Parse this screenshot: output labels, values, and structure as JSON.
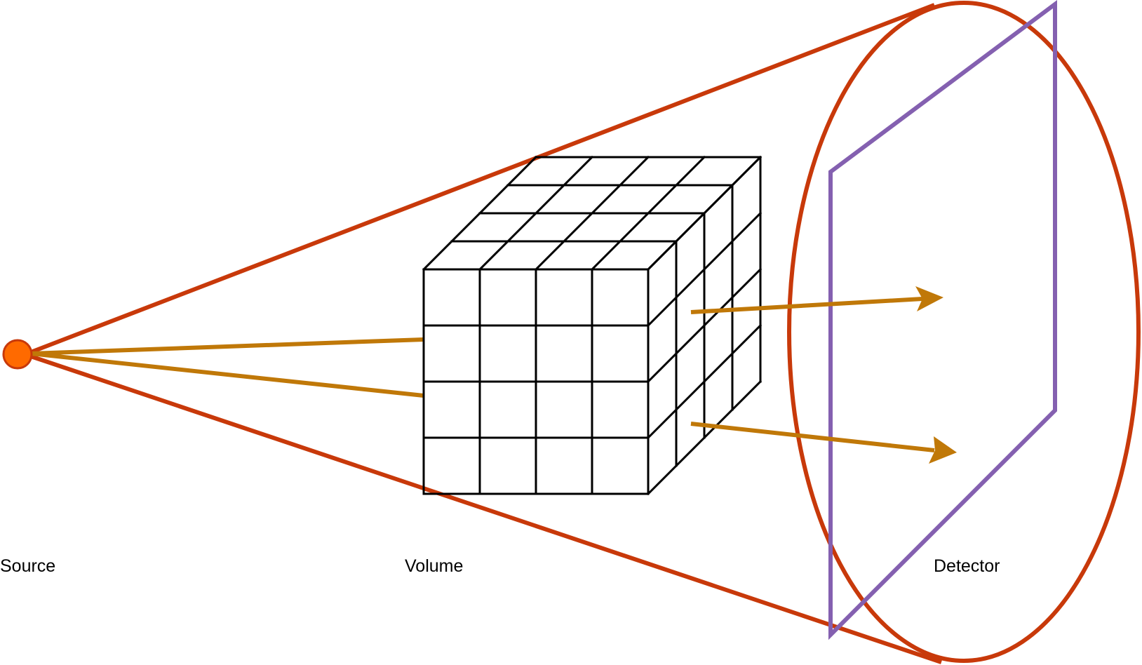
{
  "labels": {
    "source": "Source",
    "volume": "Volume",
    "detector": "Detector"
  },
  "colors": {
    "cone": "#c8390a",
    "source_fill": "#ff6a00",
    "source_stroke": "#c8390a",
    "rays": "#c07808",
    "detector": "#8460b0",
    "grid": "#000000"
  },
  "volume_grid": {
    "divisions": 4
  }
}
